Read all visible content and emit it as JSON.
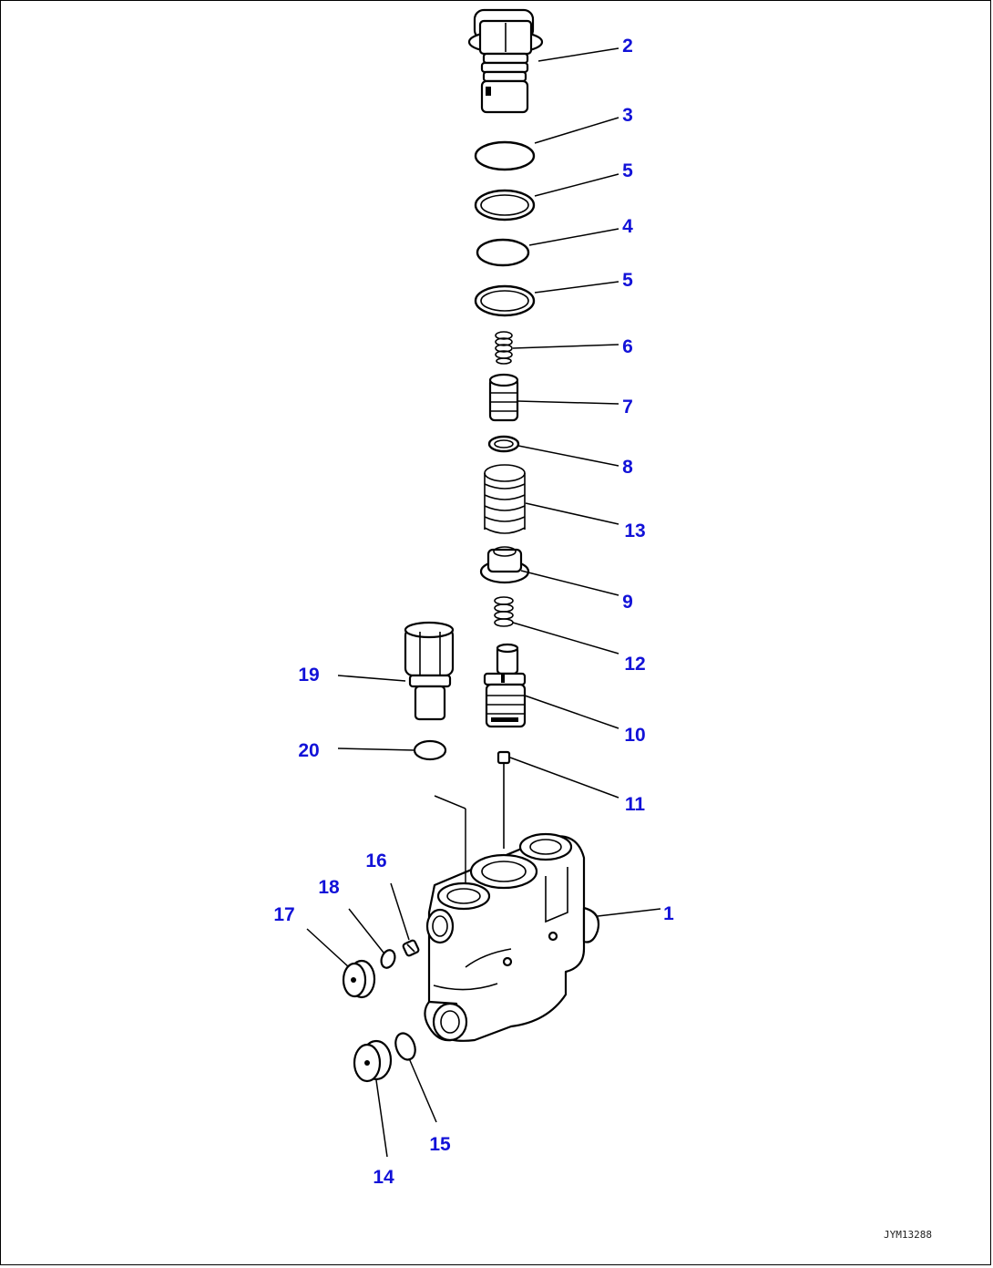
{
  "figure": {
    "id_code": "JYM13288",
    "callouts": {
      "p1": "1",
      "p2": "2",
      "p3": "3",
      "p4": "4",
      "p5a": "5",
      "p5b": "5",
      "p6": "6",
      "p7": "7",
      "p8": "8",
      "p9": "9",
      "p10": "10",
      "p11": "11",
      "p12": "12",
      "p13": "13",
      "p14": "14",
      "p15": "15",
      "p16": "16",
      "p17": "17",
      "p18": "18",
      "p19": "19",
      "p20": "20"
    },
    "colors": {
      "callout": "#1212d8",
      "line": "#000000"
    }
  }
}
